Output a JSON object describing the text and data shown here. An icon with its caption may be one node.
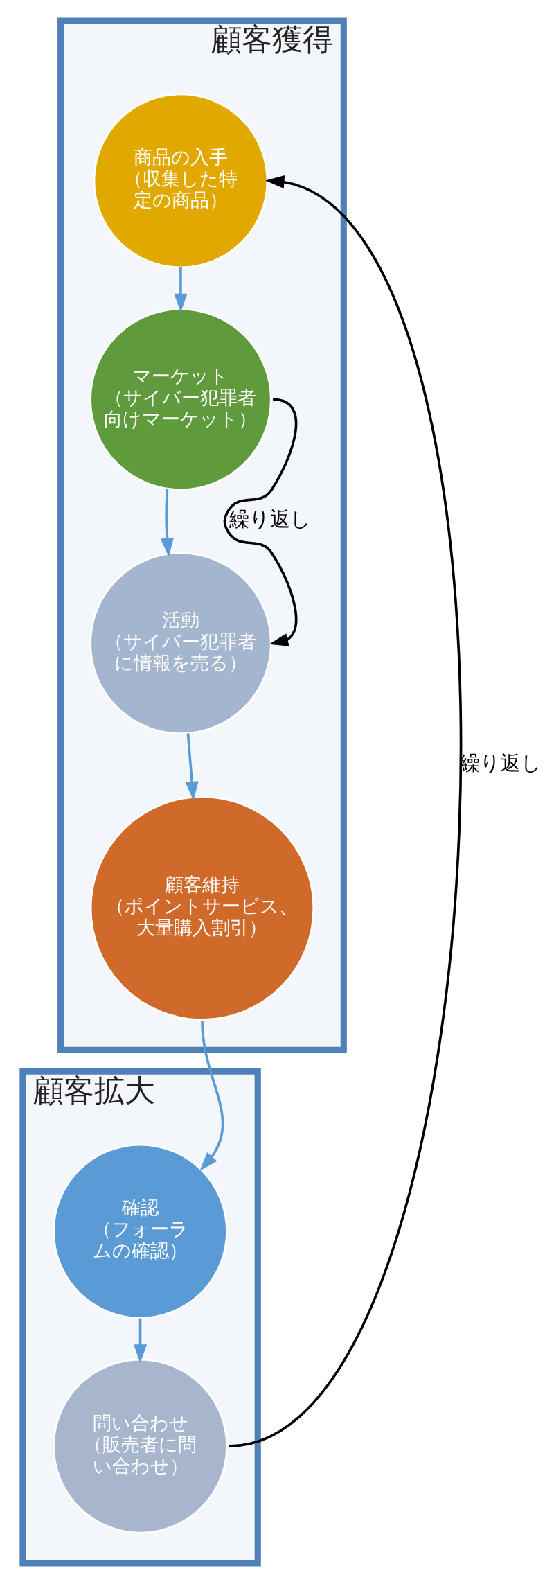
{
  "diagram": {
    "nodes": [
      {
        "text": [
          "顧客獲得"
        ]
      },
      {
        "text": [
          "商品の入手",
          "（収集した特定の商品）"
        ],
        "in": 0
      },
      {
        "text": [
          "マーケット",
          "（サイバー犯罪者向けマーケット）"
        ],
        "in": 0
      },
      {
        "text": [
          "活動",
          "（サイバー犯罪者に情報を売る）"
        ],
        "in": 0
      },
      {
        "text": [
          "顧客維持",
          "（ポイントサービス、大量購入割引）"
        ],
        "in": 0
      },
      {
        "text": [
          "顧客拡大"
        ]
      },
      {
        "text": [
          "確認",
          "（フォーラムの確認）"
        ],
        "in": 5
      },
      {
        "text": [
          "問い合わせ",
          "（販売者に問い合わせ）"
        ],
        "in": 5
      }
    ],
    "edges": [
      {
        "from": 1,
        "to": 2,
        "arrow": "to"
      },
      {
        "from": 2,
        "to": 3,
        "arrow": "to"
      },
      {
        "from": 2,
        "to": 3,
        "arrow": "to",
        "label": "繰り返し",
        "color": "#000000"
      },
      {
        "from": 3,
        "to": 4,
        "arrow": "to"
      },
      {
        "from": 4,
        "to": 6,
        "arrow": "to"
      },
      {
        "from": 6,
        "to": 7,
        "arrow": "to"
      },
      {
        "from": 7,
        "to": 1,
        "arrow": "to",
        "label": "繰り返し",
        "color": "#000000"
      }
    ]
  }
}
